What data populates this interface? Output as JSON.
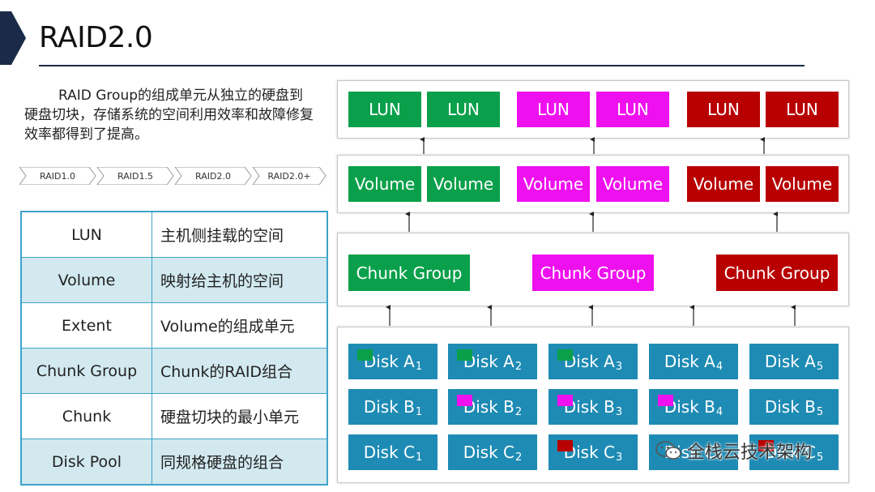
{
  "title": "RAID2.0",
  "intro": "RAID Group的组成单元从独立的硬盘到硬盘切块，存储系统的空间利用效率和故障修复效率都得到了提高。",
  "steps": [
    "RAID1.0",
    "RAID1.5",
    "RAID2.0",
    "RAID2.0+"
  ],
  "definitions": [
    {
      "term": "LUN",
      "desc": "主机侧挂载的空间"
    },
    {
      "term": "Volume",
      "desc": "映射给主机的空间"
    },
    {
      "term": "Extent",
      "desc": "Volume的组成单元"
    },
    {
      "term": "Chunk Group",
      "desc": "Chunk的RAID组合"
    },
    {
      "term": "Chunk",
      "desc": "硬盘切块的最小单元"
    },
    {
      "term": "Disk Pool",
      "desc": "同规格硬盘的组合"
    }
  ],
  "diagram": {
    "lun_label": "LUN",
    "volume_label": "Volume",
    "chunk_group_label": "Chunk Group",
    "colors": {
      "green": "#0aa04b",
      "magenta": "#ef10ef",
      "red": "#b80000",
      "disk": "#1e8bb4"
    },
    "disks": {
      "rowA": [
        {
          "base": "Disk A",
          "sub": "1"
        },
        {
          "base": "Disk A",
          "sub": "2"
        },
        {
          "base": "Disk A",
          "sub": "3"
        },
        {
          "base": "Disk A",
          "sub": "4"
        },
        {
          "base": "Disk A",
          "sub": "5"
        }
      ],
      "rowB": [
        {
          "base": "Disk B",
          "sub": "1"
        },
        {
          "base": "Disk B",
          "sub": "2"
        },
        {
          "base": "Disk B",
          "sub": "3"
        },
        {
          "base": "Disk B",
          "sub": "4"
        },
        {
          "base": "Disk B",
          "sub": "5"
        }
      ],
      "rowC": [
        {
          "base": "Disk C",
          "sub": "1"
        },
        {
          "base": "Disk C",
          "sub": "2"
        },
        {
          "base": "Disk C",
          "sub": "3"
        },
        {
          "base": "Disk C",
          "sub": "4"
        },
        {
          "base": "Disk C",
          "sub": "5"
        }
      ]
    }
  },
  "watermark": "全栈云技术架构"
}
